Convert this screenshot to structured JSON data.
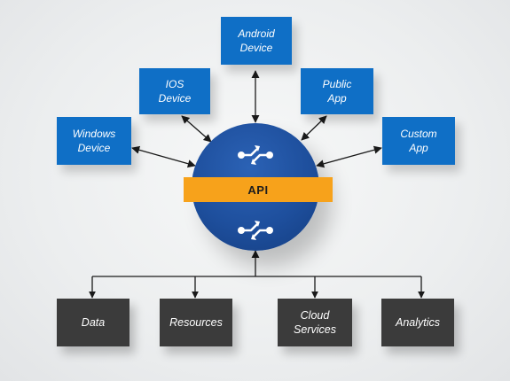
{
  "devices": {
    "android": [
      "Android",
      "Device"
    ],
    "ios": [
      "IOS",
      "Device"
    ],
    "public_app": [
      "Public",
      "App"
    ],
    "windows": [
      "Windows",
      "Device"
    ],
    "custom_app": [
      "Custom",
      "App"
    ]
  },
  "center": {
    "label": "API"
  },
  "backends": {
    "data": [
      "Data"
    ],
    "resources": [
      "Resources"
    ],
    "cloud": [
      "Cloud",
      "Services"
    ],
    "analytics": [
      "Analytics"
    ]
  },
  "icons": {
    "top": "data-exchange-arrows-icon",
    "bottom": "data-exchange-arrows-icon"
  },
  "colors": {
    "device_box": "#0f6fc6",
    "backend_box": "#3b3b3b",
    "api_circle": "#1e4f9d",
    "api_bar": "#f7a21b",
    "connector": "#1a1a1a"
  }
}
